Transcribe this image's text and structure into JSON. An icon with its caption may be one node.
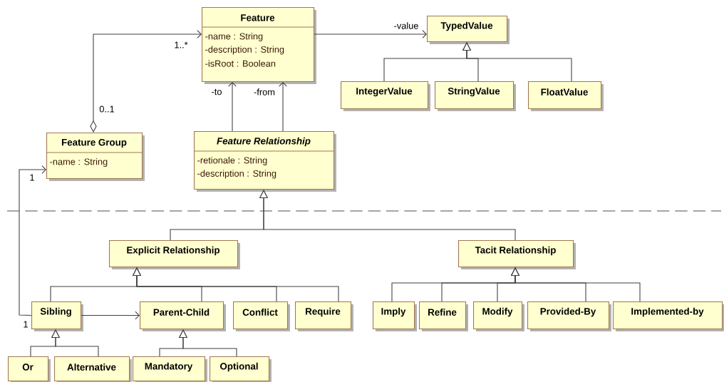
{
  "diagram": {
    "nodes": [
      {
        "text": [
          "Feature",
          "-name : String",
          "-description : String",
          "-isRoot : Boolean"
        ]
      },
      {
        "text": [
          "TypedValue"
        ]
      },
      {
        "text": [
          "IntegerValue"
        ]
      },
      {
        "text": [
          "StringValue"
        ]
      },
      {
        "text": [
          "FloatValue"
        ]
      },
      {
        "text": [
          "Feature Group",
          "-name : String"
        ]
      },
      {
        "text": [
          "Feature Relationship",
          "-retionale : String",
          "-description : String"
        ]
      },
      {
        "text": [
          "Explicit Relationship"
        ]
      },
      {
        "text": [
          "Tacit Relationship"
        ]
      },
      {
        "text": [
          "Sibling"
        ]
      },
      {
        "text": [
          "Parent-Child"
        ]
      },
      {
        "text": [
          "Conflict"
        ]
      },
      {
        "text": [
          "Require"
        ]
      },
      {
        "text": [
          "Imply"
        ]
      },
      {
        "text": [
          "Refine"
        ]
      },
      {
        "text": [
          "Modify"
        ]
      },
      {
        "text": [
          "Provided-By"
        ]
      },
      {
        "text": [
          "Implemented-by"
        ]
      },
      {
        "text": [
          "Or"
        ]
      },
      {
        "text": [
          "Alternative"
        ]
      },
      {
        "text": [
          "Mandatory"
        ]
      },
      {
        "text": [
          "Optional"
        ]
      }
    ],
    "edges": [
      {
        "from": 5,
        "to": 0,
        "arrow": "to"
      },
      {
        "from": 0,
        "to": 1,
        "arrow": "to",
        "label": "-value"
      },
      {
        "from": 6,
        "to": 0,
        "arrow": "to",
        "label": "-to"
      },
      {
        "from": 6,
        "to": 0,
        "arrow": "to",
        "label": "-from"
      },
      {
        "from": 2,
        "to": 1,
        "arrow": "to"
      },
      {
        "from": 3,
        "to": 1,
        "arrow": "to"
      },
      {
        "from": 4,
        "to": 1,
        "arrow": "to"
      },
      {
        "from": 7,
        "to": 6,
        "arrow": "to"
      },
      {
        "from": 8,
        "to": 6,
        "arrow": "to"
      },
      {
        "from": 9,
        "to": 7,
        "arrow": "to"
      },
      {
        "from": 10,
        "to": 7,
        "arrow": "to"
      },
      {
        "from": 11,
        "to": 7,
        "arrow": "to"
      },
      {
        "from": 12,
        "to": 7,
        "arrow": "to"
      },
      {
        "from": 13,
        "to": 8,
        "arrow": "to"
      },
      {
        "from": 14,
        "to": 8,
        "arrow": "to"
      },
      {
        "from": 15,
        "to": 8,
        "arrow": "to"
      },
      {
        "from": 16,
        "to": 8,
        "arrow": "to"
      },
      {
        "from": 17,
        "to": 8,
        "arrow": "to"
      },
      {
        "from": 18,
        "to": 9,
        "arrow": "to"
      },
      {
        "from": 19,
        "to": 9,
        "arrow": "to"
      },
      {
        "from": 20,
        "to": 10,
        "arrow": "to"
      },
      {
        "from": 21,
        "to": 10,
        "arrow": "to"
      },
      {
        "from": 9,
        "to": 5,
        "arrow": "to"
      },
      {
        "from": 9,
        "to": 10,
        "arrow": "to"
      }
    ],
    "labels": [
      "1..*",
      "0..1",
      "1",
      "1"
    ]
  }
}
